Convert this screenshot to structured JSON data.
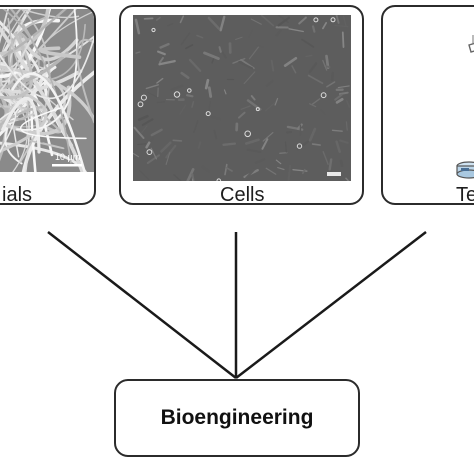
{
  "panels": [
    {
      "label": "ials",
      "image": "fiber-mesh-micrograph",
      "scale_bar": "10 µm"
    },
    {
      "label": "Cells",
      "image": "cell-culture-micrograph"
    },
    {
      "label": "Te",
      "image": "laboratory-equipment"
    }
  ],
  "center": {
    "label": "Bioengineering"
  },
  "colors": {
    "stroke": "#2b2b2b",
    "panel_bg": "#ffffff",
    "micrograph_bg": "#5d5d5d"
  }
}
